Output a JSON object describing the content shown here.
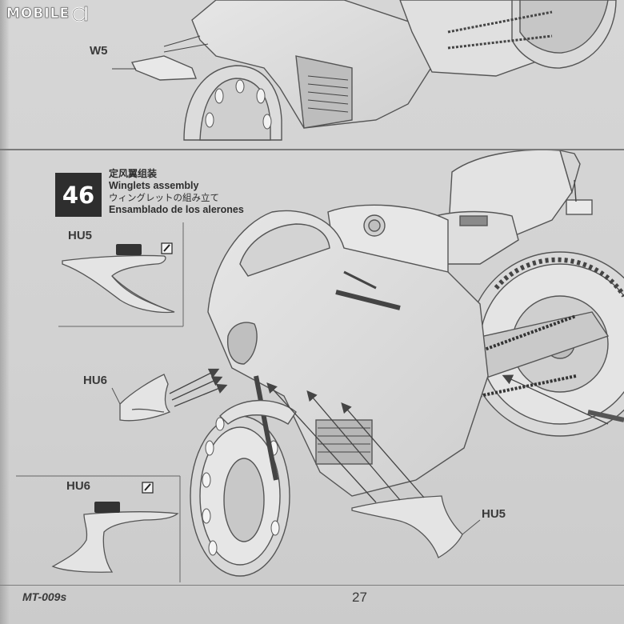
{
  "brand": {
    "name": "MOBILE",
    "logo_icon": "mobile01-logo-icon"
  },
  "top_section": {
    "part_label": "W5"
  },
  "step": {
    "number": "46",
    "title_cn": "定风翼组装",
    "title_en": "Winglets assembly",
    "title_jp": "ウィングレットの組み立て",
    "title_es": "Ensamblado de los alerones"
  },
  "parts": {
    "hu5_detail": "HU5",
    "hu6_main": "HU6",
    "hu6_detail": "HU6",
    "hu5_main": "HU5"
  },
  "footer": {
    "model_code": "MT-009s",
    "page_number": "27"
  },
  "colors": {
    "paper": "#d3d3d3",
    "ink": "#3a3a3a",
    "step_box": "#2e2e2e",
    "part_fill": "#e4e4e4"
  }
}
